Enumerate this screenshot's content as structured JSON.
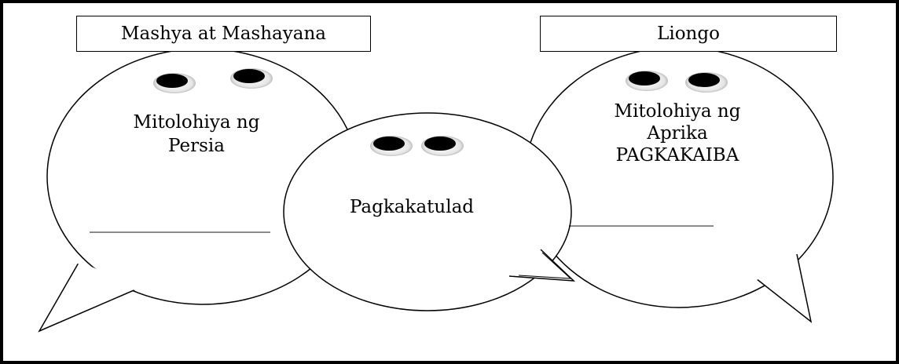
{
  "titles": {
    "left": "Mashya at Mashayana",
    "right": "Liongo"
  },
  "bubbles": {
    "left": {
      "line1": "Mitolohiya ng",
      "line2": "Persia",
      "blank": "____________________"
    },
    "center": {
      "label": "Pagkakatulad"
    },
    "right": {
      "line1": "Mitolohiya ng",
      "line2": "Aprika",
      "line3": "PAGKAKAIBA",
      "blank": "________________"
    }
  },
  "colors": {
    "outline": "#000000",
    "eye_fill": "#000000",
    "eye_shadow": "#9a9a9a"
  }
}
